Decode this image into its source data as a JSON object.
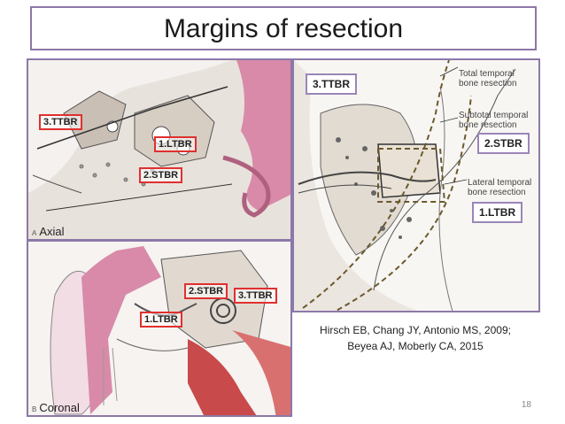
{
  "slide": {
    "title": "Margins of resection",
    "page_number": "18"
  },
  "axial": {
    "view_letter": "A",
    "view_label": "Axial",
    "labels": [
      "3.TTBR",
      "1.LTBR",
      "2.STBR"
    ]
  },
  "coronal": {
    "view_letter": "B",
    "view_label": "Coronal",
    "labels": [
      "2.STBR",
      "3.TTBR",
      "1.LTBR"
    ]
  },
  "diagram": {
    "labels": [
      "3.TTBR",
      "2.STBR",
      "1.LTBR"
    ],
    "anatomy": {
      "total": [
        "Total temporal",
        "bone resection"
      ],
      "subtotal": [
        "Subtotal temporal",
        "bone resection"
      ],
      "lateral": [
        "Lateral temporal",
        "bone resection"
      ]
    }
  },
  "citation": {
    "line1": "Hirsch EB, Chang JY, Antonio MS, 2009;",
    "line2": "Beyea AJ, Moberly CA, 2015"
  },
  "colors": {
    "frame": "#8c78a8",
    "highlight": "#e03030",
    "tissue_pink": "#d98aa8",
    "muscle_red": "#c94a4a"
  }
}
